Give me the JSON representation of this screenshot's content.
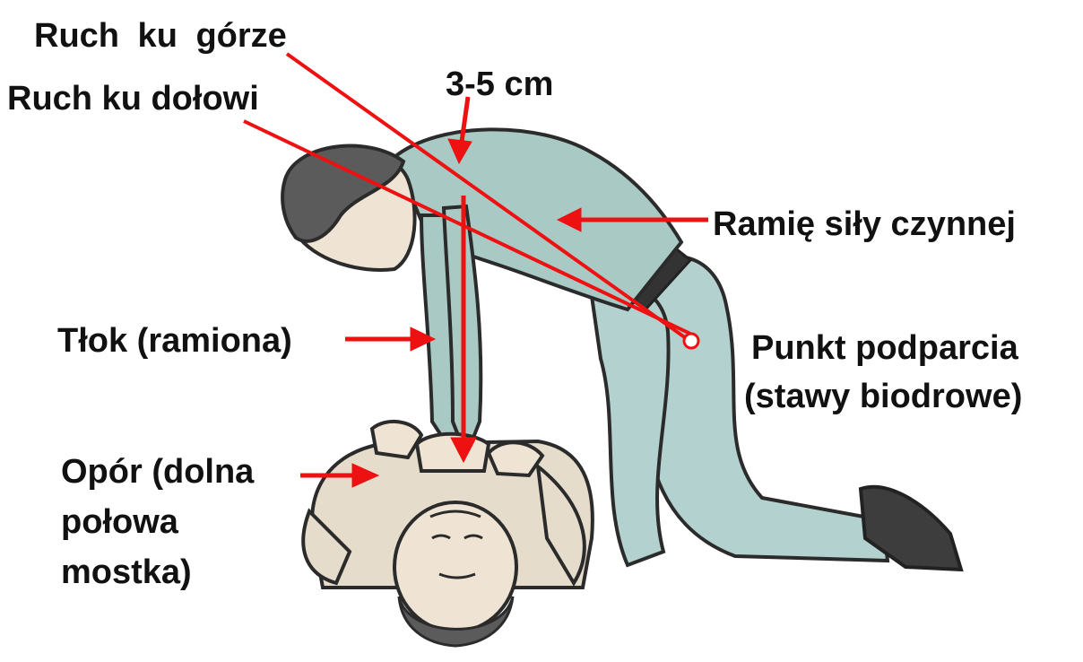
{
  "labels": {
    "upward_motion": "Ruch ku górze",
    "downward_motion": "Ruch ku dołowi",
    "depth": "3-5 cm",
    "effort_arm": "Ramię siły czynnej",
    "piston": "Tłok (ramiona)",
    "fulcrum_line1": "Punkt podparcia",
    "fulcrum_line2": "(stawy biodrowe)",
    "resistance_line1": "Opór (dolna",
    "resistance_line2": "połowa",
    "resistance_line3": "mostka)"
  },
  "colors": {
    "annotation": "#ee1111",
    "shirt": "#a9c9c4",
    "jeans": "#b3d1cf",
    "patient_shirt": "#e6dccb",
    "skin": "#efe4d4",
    "hair": "#5b5b5b",
    "outline": "#2b2b2b"
  }
}
